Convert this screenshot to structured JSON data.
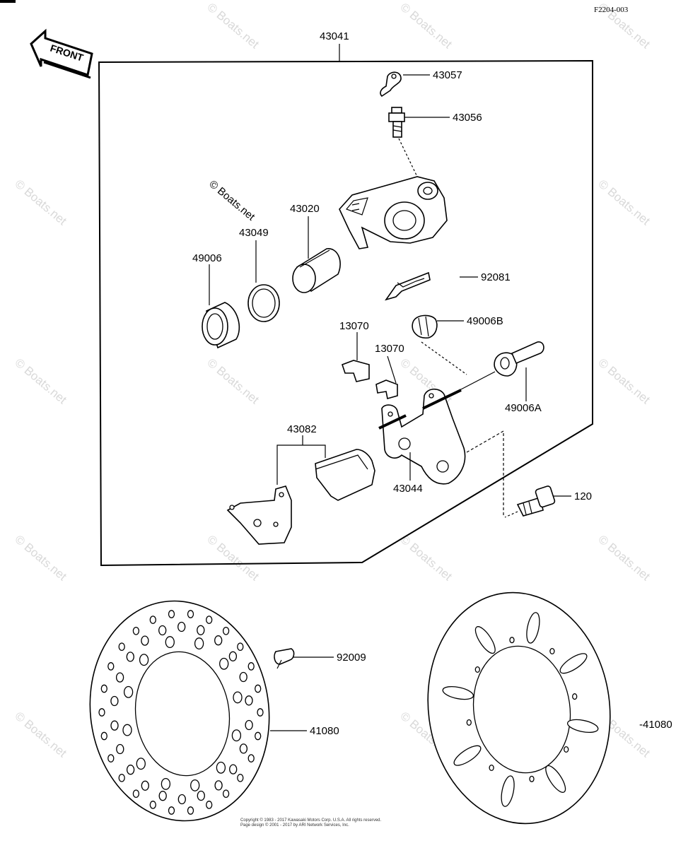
{
  "diagram_code": "F2204-003",
  "front_label": "FRONT",
  "watermark": "© Boats.net",
  "copyright_line_1": "Copyright © 1983 - 2017 Kawasaki Motors Corp. U.S.A. All rights reserved.",
  "copyright_line_2": "Page design © 2001 - 2017 by ARI Network Services, Inc.",
  "callouts": {
    "assembly": "43041",
    "banjo_bolt": "43057",
    "bleed_valve": "43056",
    "piston": "43020",
    "piston_seal": "43049",
    "dust_seal": "49006",
    "pad_spring": "92081",
    "boot_b": "49006B",
    "clip_a": "13070",
    "clip_b": "13070",
    "boot_a": "49006A",
    "pad_set": "43082",
    "holder": "43044",
    "caliper_bolt": "120",
    "disc_bolt": "92009",
    "disc_left": "41080",
    "disc_right": "-41080"
  }
}
